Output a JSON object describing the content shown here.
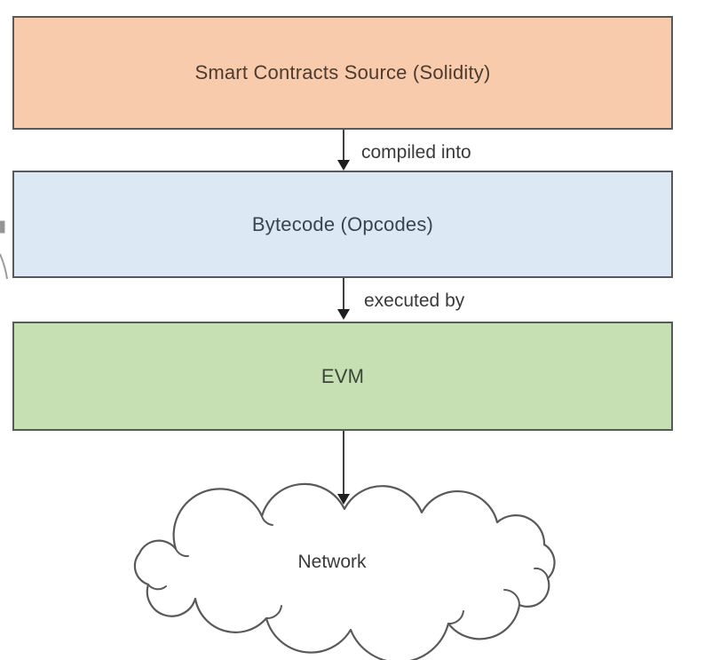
{
  "diagram": {
    "nodes": [
      {
        "id": "source",
        "shape": "rect",
        "label": "Smart Contracts Source (Solidity)"
      },
      {
        "id": "bytecode",
        "shape": "rect",
        "label": "Bytecode (Opcodes)"
      },
      {
        "id": "evm",
        "shape": "rect",
        "label": "EVM"
      },
      {
        "id": "network",
        "shape": "cloud",
        "label": "Network"
      }
    ],
    "edges": [
      {
        "from": "source",
        "to": "bytecode",
        "label": "compiled into"
      },
      {
        "from": "bytecode",
        "to": "evm",
        "label": "executed by"
      },
      {
        "from": "evm",
        "to": "network",
        "label": ""
      }
    ]
  },
  "colors": {
    "canvas-bg": "#ffffff",
    "node-border": "#595959",
    "node-source-fill": "#f8cbad",
    "node-source-text": "#4c3b2e",
    "node-bytecode-fill": "#dce9f5",
    "node-bytecode-text": "#3b434d",
    "node-evm-fill": "#c6e0b4",
    "node-evm-text": "#3b4639",
    "cloud-fill": "#ffffff",
    "cloud-stroke": "#595959",
    "arrow-line": "#404040",
    "arrow-head": "#1f1f1f",
    "label-text": "#3a3a3a"
  }
}
